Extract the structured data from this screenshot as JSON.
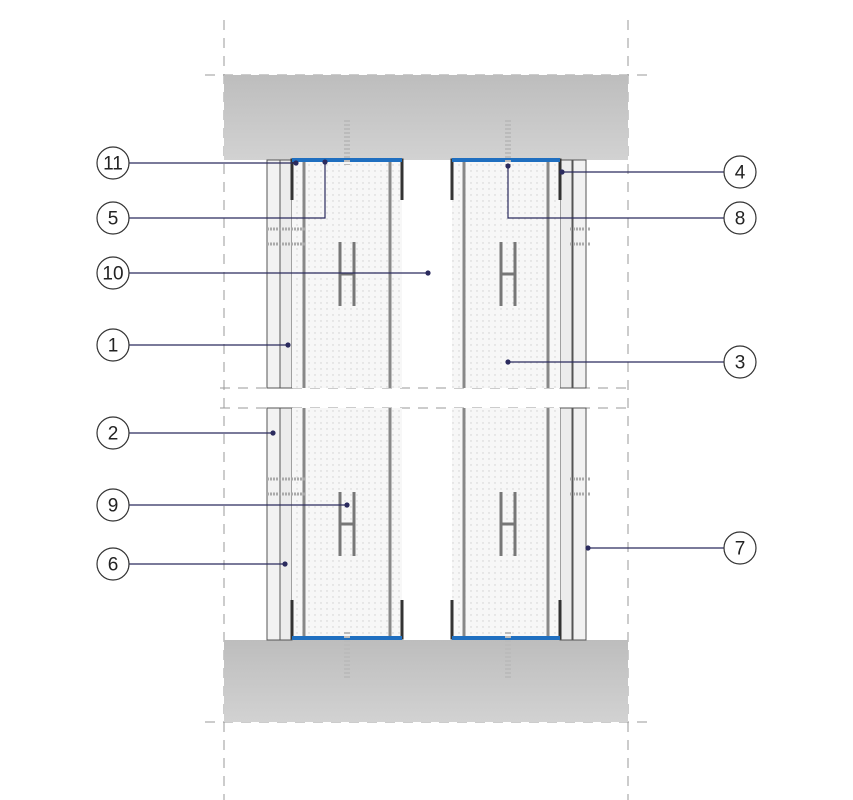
{
  "diagram": {
    "type": "wall section detail (two stud frames between slabs)",
    "colors": {
      "slab": "#c6c6c6",
      "track_seal": "#1f6fc0",
      "leader": "#2b2b5e",
      "stud": "#444444"
    },
    "callouts": [
      {
        "id": "c11",
        "label": "11"
      },
      {
        "id": "c5",
        "label": "5"
      },
      {
        "id": "c10",
        "label": "10"
      },
      {
        "id": "c1",
        "label": "1"
      },
      {
        "id": "c2",
        "label": "2"
      },
      {
        "id": "c9",
        "label": "9"
      },
      {
        "id": "c6",
        "label": "6"
      },
      {
        "id": "c4",
        "label": "4"
      },
      {
        "id": "c8",
        "label": "8"
      },
      {
        "id": "c3",
        "label": "3"
      },
      {
        "id": "c7",
        "label": "7"
      }
    ]
  }
}
